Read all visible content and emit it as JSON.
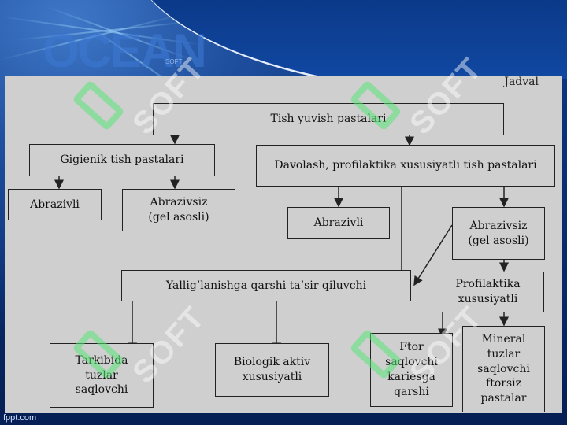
{
  "header": {
    "brand_text": "OCEAN",
    "brand_sub": "SOFT"
  },
  "table_label": "Jadval",
  "diagram": {
    "nodes": {
      "root": "Tish yuvish pastalari",
      "hygienic": "Gigienik tish pastalari",
      "treatment": "Davolash, profilaktika xususiyatli tish pastalari",
      "hyg_abrasive": "Abrazivli",
      "hyg_nonabrasive": "Abrazivsiz\n(gel asosli)",
      "tr_abrasive": "Abrazivli",
      "tr_nonabrasive": "Abrazivsiz\n(gel asosli)",
      "anti_inflammatory": "Yallig’lanishga qarshi ta’sir qiluvchi",
      "prophylactic": "Profilaktika\nxususiyatli",
      "salts": "Tarkibida\ntuzlar\nsaqlovchi",
      "bioactive": "Biologik aktiv\nxususiyatli",
      "fluoride": "Ftor\nsaqlovchi\nkariesga\nqarshi",
      "mineral": "Mineral\ntuzlar\nsaqlovchi\nftorsiz\npastalar"
    }
  },
  "watermark": "SOFT",
  "footer": "fppt.com",
  "colors": {
    "panel": "#cfcfcf",
    "line": "#222222",
    "background": "#0a2a66"
  }
}
